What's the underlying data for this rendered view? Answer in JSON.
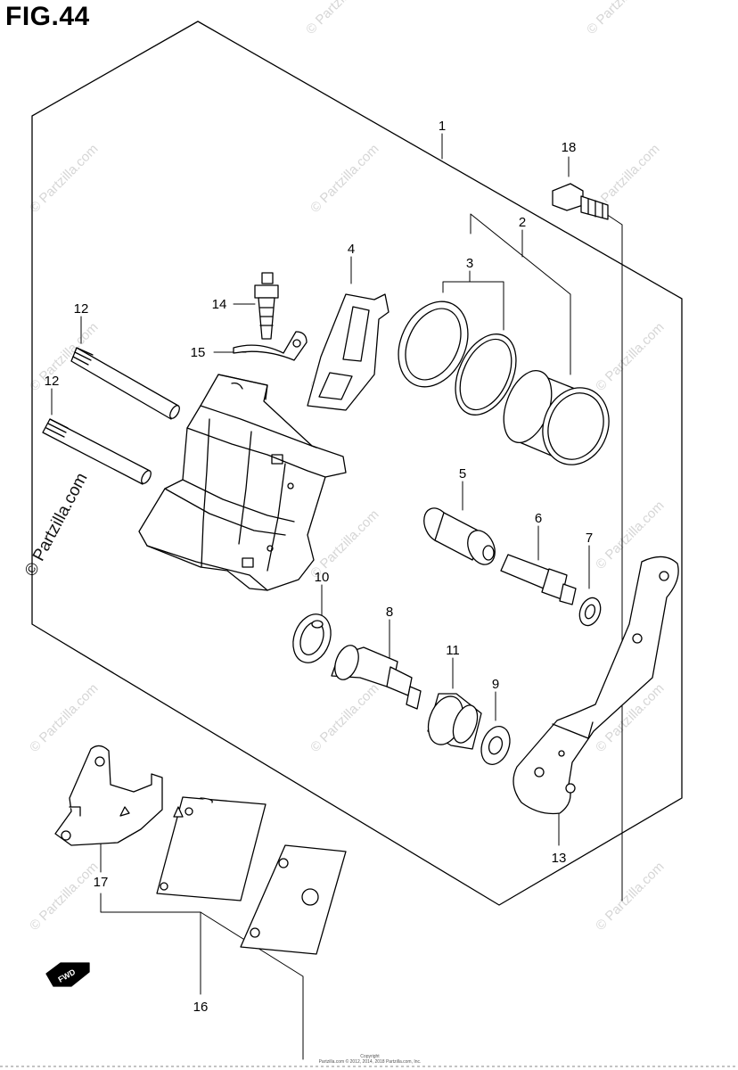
{
  "figure": {
    "title": "FIG.44"
  },
  "watermark": {
    "text": "© Partzilla.com",
    "emphasized_text": "© Partzilla.com"
  },
  "fwd_arrow": {
    "label": "FWD"
  },
  "footer": {
    "line1": "Copyright",
    "line2": "Partzilla.com © 2012, 2014, 2018 Partzilla.com, Inc."
  },
  "callouts": [
    {
      "id": "1",
      "text": "1"
    },
    {
      "id": "2",
      "text": "2"
    },
    {
      "id": "3",
      "text": "3"
    },
    {
      "id": "4",
      "text": "4"
    },
    {
      "id": "5",
      "text": "5"
    },
    {
      "id": "6",
      "text": "6"
    },
    {
      "id": "7",
      "text": "7"
    },
    {
      "id": "8",
      "text": "8"
    },
    {
      "id": "9",
      "text": "9"
    },
    {
      "id": "10",
      "text": "10"
    },
    {
      "id": "11",
      "text": "11"
    },
    {
      "id": "12a",
      "text": "12"
    },
    {
      "id": "12b",
      "text": "12"
    },
    {
      "id": "13",
      "text": "13"
    },
    {
      "id": "14",
      "text": "14"
    },
    {
      "id": "15",
      "text": "15"
    },
    {
      "id": "16",
      "text": "16"
    },
    {
      "id": "17",
      "text": "17"
    },
    {
      "id": "18",
      "text": "18"
    }
  ]
}
